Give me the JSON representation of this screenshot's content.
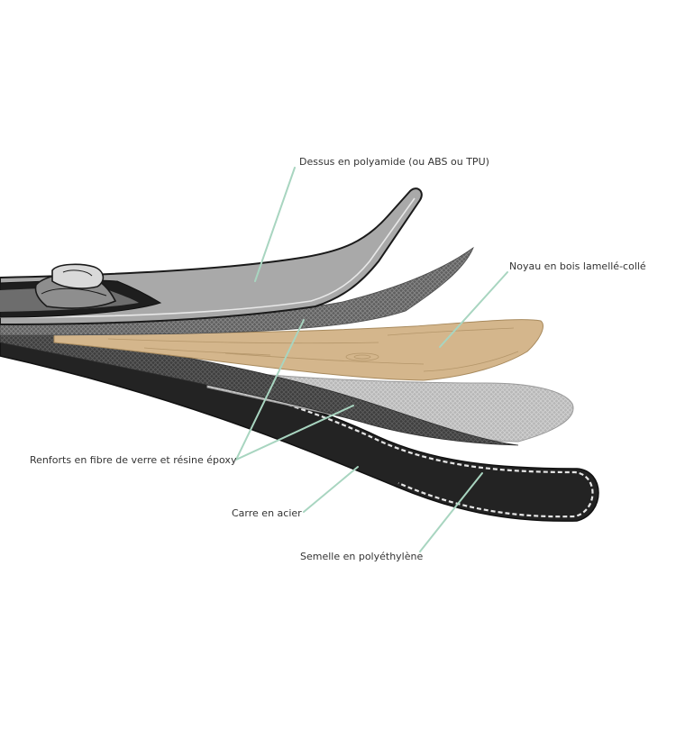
{
  "labels": {
    "top": "Dessus en polyamide (ou ABS ou TPU)",
    "core": "Noyau en bois lamellé-collé",
    "reinforcement": "Renforts en fibre de verre et résine époxy",
    "edge": "Carre en acier",
    "base": "Semelle en polyéthylène"
  },
  "colors": {
    "leader": "#a8d5c0",
    "top_sheet": "#a9a9a9",
    "fiber": "#6b6b6b",
    "wood": "#d4b68c",
    "base": "#232323",
    "edge_dash": "#e6e6e6"
  }
}
